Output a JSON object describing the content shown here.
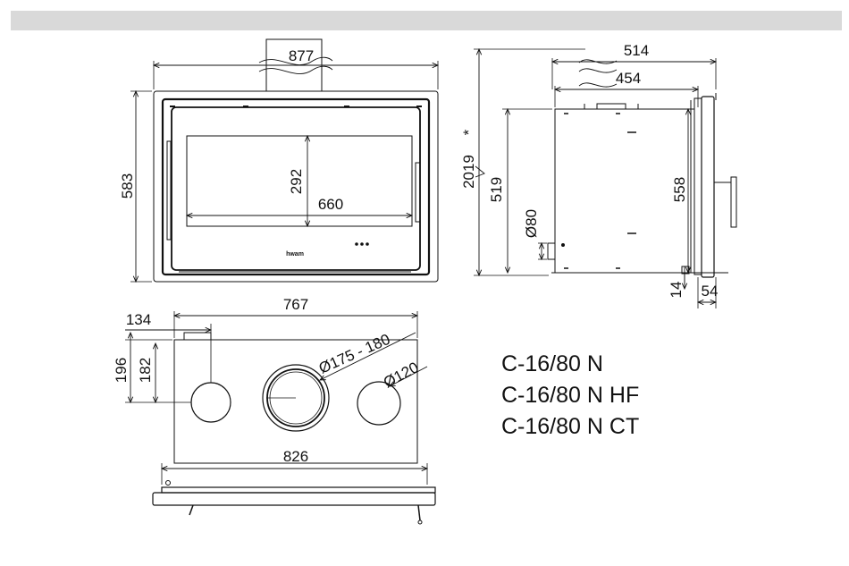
{
  "front_view": {
    "width_label": "877",
    "height_label": "583",
    "glass_height_label": "292",
    "glass_width_label": "660",
    "brand_label": "hwam"
  },
  "side_view": {
    "depth_total_label": "514",
    "depth_body_label": "454",
    "total_height_label": "2019",
    "asterisk_label": "*",
    "body_height_label": "519",
    "inner_height_label": "558",
    "air_inlet_label": "Ø80",
    "foot_label": "14",
    "door_depth_label": "54"
  },
  "top_view": {
    "width_label": "767",
    "offset_x_label": "134",
    "offset_y1_label": "196",
    "offset_y2_label": "182",
    "flue_label": "Ø175 - 180",
    "convection_label": "Ø120",
    "base_width_label": "826"
  },
  "models": [
    "C-16/80 N",
    "C-16/80 N HF",
    "C-16/80 N CT"
  ]
}
